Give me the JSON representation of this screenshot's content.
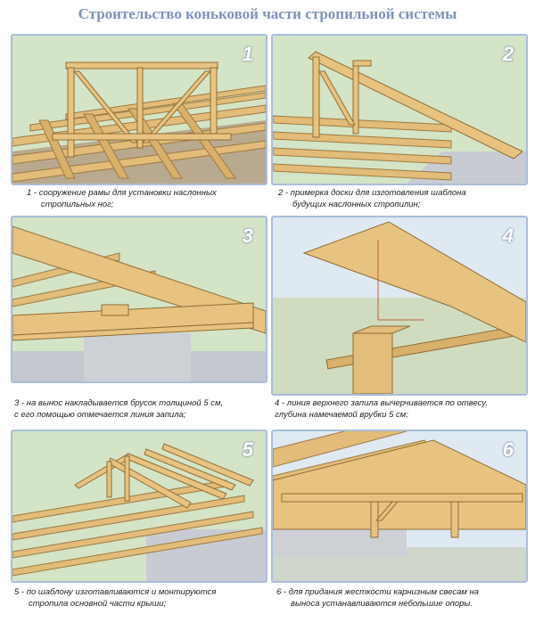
{
  "title": "Строительство коньковой части стропильной системы",
  "steps": [
    {
      "num": "1",
      "line1": "1 - сооружение рамы для установки наслонных",
      "line2": "стропильных ног;"
    },
    {
      "num": "2",
      "line1": "2 - примерка доски для изготовления шаблона",
      "line2": "будущих наслонных стропилин;"
    },
    {
      "num": "3",
      "line1": "3 - на вынос накладывается брусок толщиной 5 см,",
      "line2": "с его помощью отмечается линия запила;"
    },
    {
      "num": "4",
      "line1": "4 - линия верхнего запила вычерчивается по отвесу,",
      "line2": "глубина намечаемой врубки 5 см;"
    },
    {
      "num": "5",
      "line1": "5 - по шаблону изготавливаются и монтируются",
      "line2": "стропила основной части крыши;"
    },
    {
      "num": "6",
      "line1": "6 - для придания жесткости карнизным свесам на",
      "line2": "выноса устанавливаются небольшие опоры."
    }
  ],
  "colors": {
    "title": "#7e93b8",
    "border": "#a9bedb",
    "wood": "#e3bd7a",
    "wood_dark": "#b98a45",
    "wall": "#c8ccd2",
    "ground": "#c9dcb8",
    "sky": "#dfe9f2"
  }
}
